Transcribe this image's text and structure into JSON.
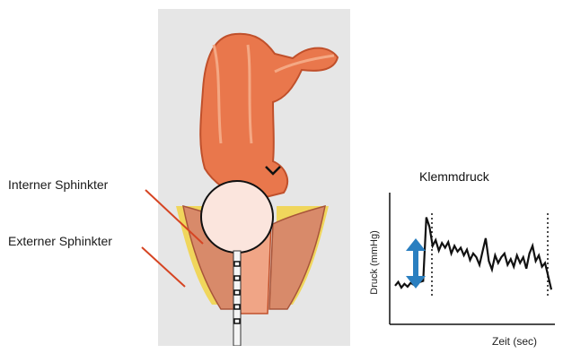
{
  "labels": {
    "internal_sphincter": "Interner Sphinkter",
    "external_sphincter": "Externer Sphinkter"
  },
  "colors": {
    "colon": "#e9774c",
    "colon_dark": "#c0502b",
    "muscle": "#d88a6a",
    "fat": "#f2d23a",
    "arrow_red": "#d64523",
    "pressure_arrow": "#2a7fc0",
    "panel_bg": "#e6e6e6"
  },
  "chart_data": {
    "type": "line",
    "title": "Klemmdruck",
    "xlabel": "Zeit (sec)",
    "ylabel": "Druck (mmHg)",
    "grid": false,
    "markers": [
      "dotted vertical line at start of squeeze",
      "dotted vertical line at end of squeeze",
      "double-headed blue arrow showing pressure rise"
    ],
    "series": [
      {
        "x": [
          0,
          1,
          2,
          3,
          4,
          5,
          6,
          7,
          8,
          9,
          10,
          11,
          12,
          13,
          14,
          15,
          16,
          17,
          18,
          19,
          20,
          21,
          22,
          23,
          24,
          25,
          26,
          27,
          28,
          29,
          30,
          31,
          32,
          33,
          34,
          35,
          36,
          37,
          38,
          39,
          40,
          41,
          42,
          43,
          44,
          45,
          46,
          47,
          48,
          49,
          50
        ],
        "values": [
          18,
          22,
          16,
          20,
          17,
          21,
          19,
          24,
          22,
          23,
          90,
          80,
          60,
          66,
          55,
          63,
          58,
          64,
          52,
          60,
          54,
          58,
          50,
          56,
          45,
          52,
          48,
          40,
          54,
          68,
          44,
          35,
          50,
          42,
          48,
          52,
          40,
          46,
          38,
          50,
          42,
          48,
          36,
          52,
          60,
          44,
          50,
          38,
          42,
          28,
          14
        ]
      }
    ]
  }
}
